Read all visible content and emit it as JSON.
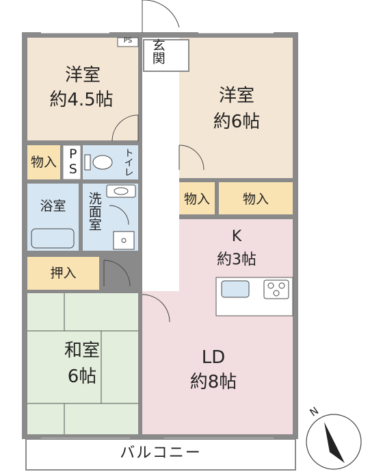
{
  "rooms": {
    "western_nw": {
      "name": "洋室",
      "size": "約4.5帖"
    },
    "western_ne": {
      "name": "洋室",
      "size": "約6帖"
    },
    "entrance": {
      "name": "玄関"
    },
    "ps_top": {
      "label": "PS"
    },
    "closet_w": {
      "label": "物入"
    },
    "ps_mid": {
      "label": "PS"
    },
    "toilet": {
      "label": "トイレ"
    },
    "closet_e1": {
      "label": "物入"
    },
    "closet_e2": {
      "label": "物入"
    },
    "bath": {
      "label": "浴室"
    },
    "washroom": {
      "label": "洗面室"
    },
    "kitchen": {
      "name": "K",
      "size": "約3帖"
    },
    "oshiire": {
      "label": "押入"
    },
    "japanese": {
      "name": "和室",
      "size": "6帖"
    },
    "ld": {
      "name": "LD",
      "size": "約8帖"
    },
    "balcony": {
      "label": "バルコニー"
    }
  },
  "compass": {
    "label": "N"
  },
  "colors": {
    "wall": "#8a8a8a",
    "western": "#f4e6d4",
    "wet": "#d6e6f3",
    "storage": "#fae3b2",
    "japanese": "#e3eedc",
    "ld": "#f2dde0",
    "corridor": "#ffffff"
  }
}
